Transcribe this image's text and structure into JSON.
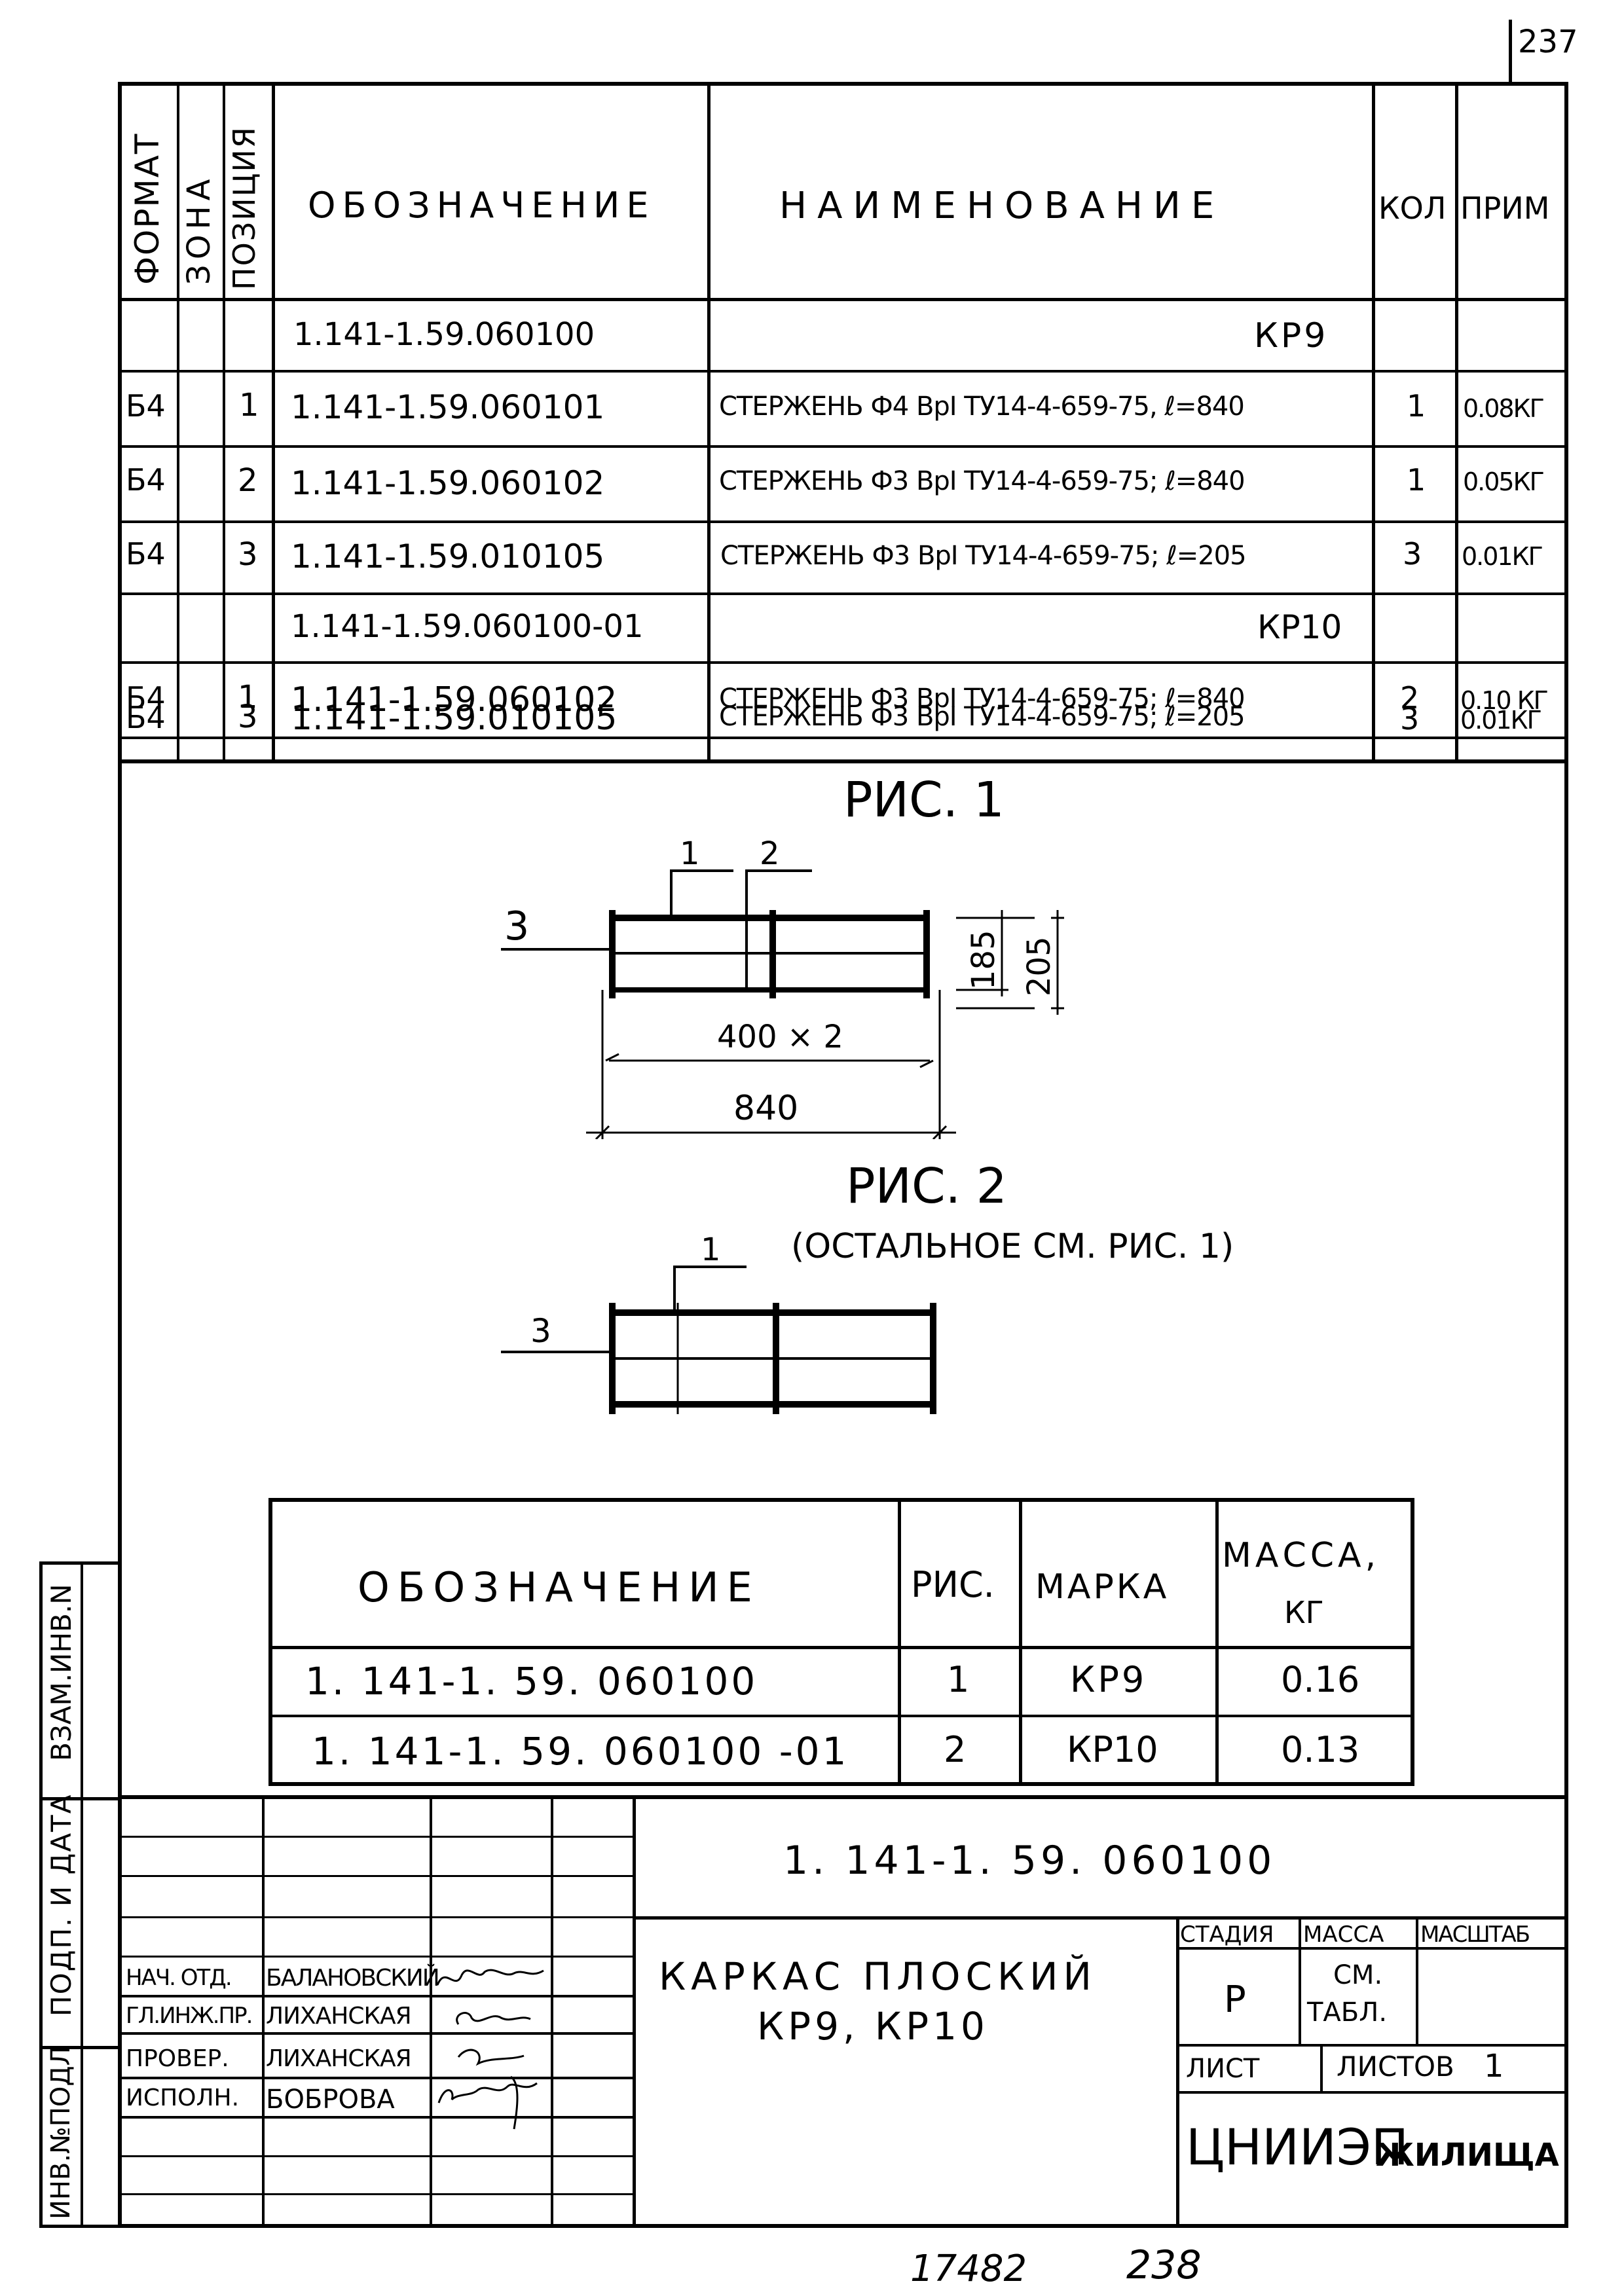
{
  "page_number_top": "237",
  "bottom_numbers": {
    "left": "17482",
    "right": "238"
  },
  "spec_table": {
    "headers": {
      "format": "ФОРМАТ",
      "zone": "ЗОНА",
      "position": "ПОЗИЦИЯ",
      "designation": "ОБОЗНАЧЕНИЕ",
      "name": "НАИМЕНОВАНИЕ",
      "qty": "КОЛ",
      "note": "ПРИМ"
    },
    "rows": [
      {
        "format": "",
        "position": "",
        "designation": "1.141-1.59.060100",
        "name": "КР9",
        "qty": "",
        "note": ""
      },
      {
        "format": "Б4",
        "position": "1",
        "designation": "1.141-1.59.060101",
        "name": "СТЕРЖЕНЬ Ф4 ВрI ТУ14-4-659-75, ℓ=840",
        "qty": "1",
        "note": "0.08КГ"
      },
      {
        "format": "Б4",
        "position": "2",
        "designation": "1.141-1.59.060102",
        "name": "СТЕРЖЕНЬ Ф3 ВрI ТУ14-4-659-75; ℓ=840",
        "qty": "1",
        "note": "0.05КГ"
      },
      {
        "format": "Б4",
        "position": "3",
        "designation": "1.141-1.59.010105",
        "name": "СТЕРЖЕНЬ Ф3 ВрI ТУ14-4-659-75; ℓ=205",
        "qty": "3",
        "note": "0.01КГ"
      },
      {
        "format": "",
        "position": "",
        "designation": "1.141-1.59.060100-01",
        "name": "КР10",
        "qty": "",
        "note": ""
      },
      {
        "format": "Б4",
        "position": "1",
        "designation": "1.141-1.59.060102",
        "name": "СТЕРЖЕНЬ Ф3 ВрI ТУ14-4-659-75; ℓ=840",
        "qty": "2",
        "note": "0.10 КГ"
      },
      {
        "format": "Б4",
        "position": "3",
        "designation": "1.141-1.59.010105",
        "name": "СТЕРЖЕНЬ Ф3 ВрI ТУ14-4-659-75; ℓ=205",
        "qty": "3",
        "note": "0.01КГ"
      }
    ]
  },
  "figure1": {
    "title": "РИС. 1",
    "labels": {
      "pos1": "1",
      "pos2": "2",
      "pos3": "3"
    },
    "dims": {
      "height_inner": "185",
      "height_outer": "205",
      "span": "400 × 2",
      "total": "840"
    }
  },
  "figure2": {
    "title": "РИС. 2",
    "subtitle": "(ОСТАЛЬНОЕ СМ. РИС. 1)",
    "labels": {
      "pos1": "1",
      "pos3": "3"
    }
  },
  "mass_table": {
    "headers": {
      "designation": "ОБОЗНАЧЕНИЕ",
      "fig": "РИС.",
      "mark": "МАРКА",
      "mass": "МАССА,",
      "mass_unit": "КГ"
    },
    "rows": [
      {
        "designation": "1. 141-1. 59. 060100",
        "fig": "1",
        "mark": "КР9",
        "mass": "0.16"
      },
      {
        "designation": "1. 141-1. 59. 060100 -01",
        "fig": "2",
        "mark": "КР10",
        "mass": "0.13"
      }
    ]
  },
  "side_stamp": {
    "vzam": "ВЗАМ.ИНВ.N",
    "podp": "ПОДП. И ДАТА",
    "inv": "ИНВ.№ПОДЛ"
  },
  "title_block": {
    "doc_number": "1. 141-1. 59. 060100",
    "title_line1": "КАРКАС ПЛОСКИЙ",
    "title_line2": "КР9, КР10",
    "stage_label": "СТАДИЯ",
    "mass_label": "МАССА",
    "scale_label": "МАСШТАБ",
    "stage_value": "Р",
    "mass_value_line1": "СМ.",
    "mass_value_line2": "ТАБЛ.",
    "sheet_label": "ЛИСТ",
    "sheets_label": "ЛИСТОВ",
    "sheets_value": "1",
    "org_main": "ЦНИИЭП",
    "org_suffix": "ЖИЛИЩА",
    "people": [
      {
        "role": "НАЧ. ОТД.",
        "name": "БАЛАНОВСКИЙ"
      },
      {
        "role": "ГЛ.ИНЖ.ПР.",
        "name": "ЛИХАНСКАЯ"
      },
      {
        "role": "ПРОВЕР.",
        "name": "ЛИХАНСКАЯ"
      },
      {
        "role": "ИСПОЛН.",
        "name": "БОБРОВА"
      }
    ]
  }
}
